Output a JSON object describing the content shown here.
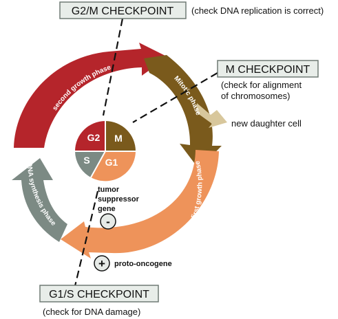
{
  "checkpoints": {
    "g2m": {
      "title": "G2/M CHECKPOINT",
      "note": "(check DNA replication is correct)"
    },
    "m": {
      "title": "M CHECKPOINT",
      "note_line1": "(check for alignment",
      "note_line2": "of chromosomes)"
    },
    "g1s": {
      "title": "G1/S CHECKPOINT",
      "note": "(check for DNA damage)"
    }
  },
  "phases": {
    "second_growth": "second growth phase",
    "mitotic": "Mitotic phase",
    "first_growth": "first growth phase",
    "dna_synthesis": "DNA synthesis phase"
  },
  "pie": {
    "g2": "G2",
    "m": "M",
    "s": "S",
    "g1": "G1"
  },
  "outputs": {
    "daughter_cell": "new daughter cell"
  },
  "regulators": {
    "tumor_suppressor_line1": "tumor",
    "tumor_suppressor_line2": "suppressor",
    "tumor_suppressor_line3": "gene",
    "tumor_suppressor_sign": "-",
    "proto_oncogene": "proto-oncogene",
    "proto_oncogene_sign": "+"
  },
  "colors": {
    "g2": "#b5252b",
    "mitotic": "#7a5a1c",
    "g1": "#ee935a",
    "s": "#7c8a84",
    "daughter": "#d8c79c",
    "checkpoint_box": "#e8ede9"
  }
}
